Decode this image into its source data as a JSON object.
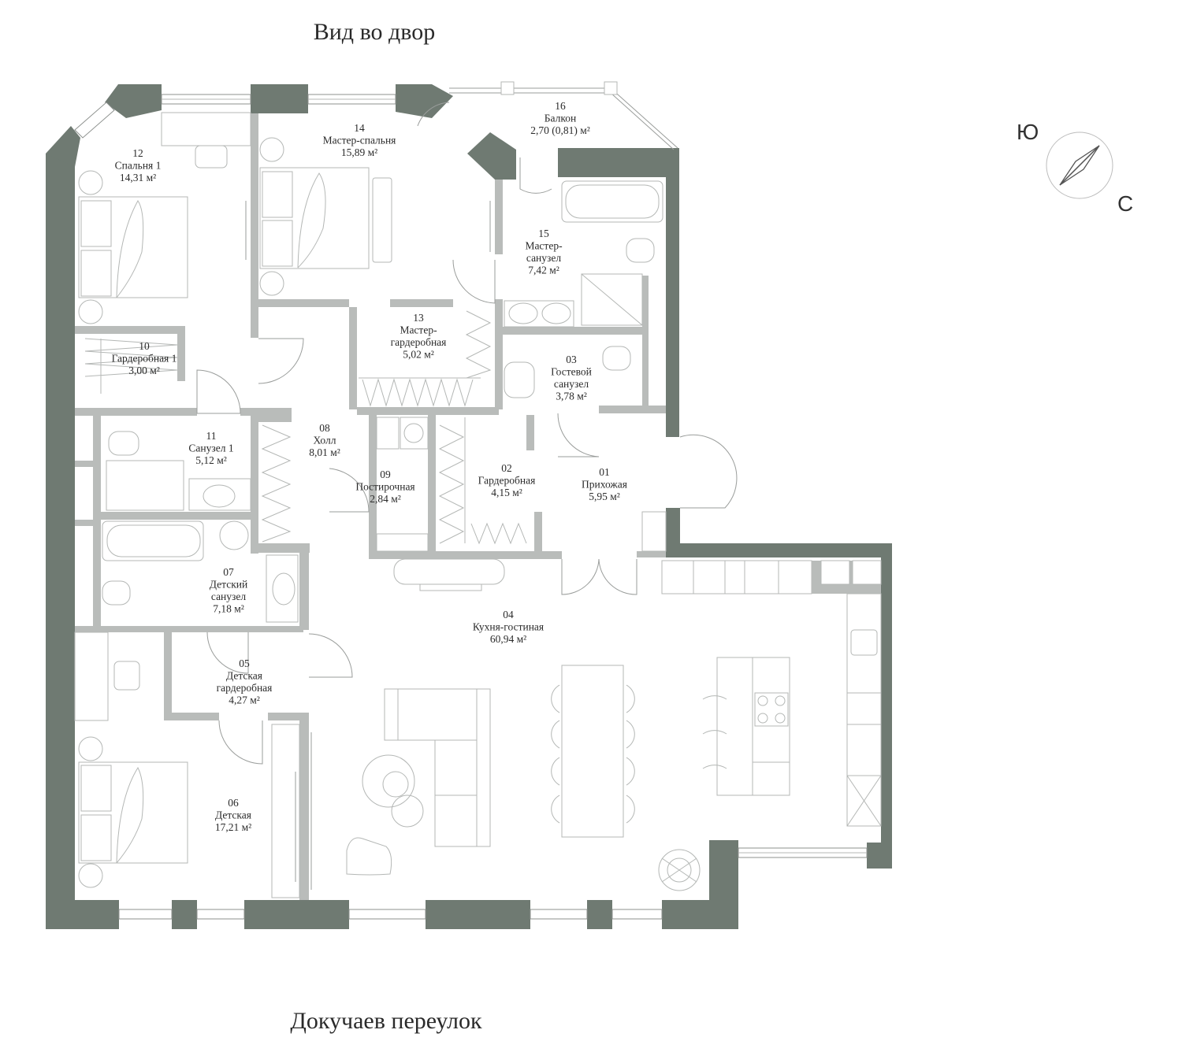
{
  "captions": {
    "top": "Вид во двор",
    "bottom": "Докучаев переулок"
  },
  "compass": {
    "south": "Ю",
    "north": "С"
  },
  "rooms": [
    {
      "num": "01",
      "lines": [
        "Прихожая"
      ],
      "area": "5,95 м²"
    },
    {
      "num": "02",
      "lines": [
        "Гардеробная"
      ],
      "area": "4,15 м²"
    },
    {
      "num": "03",
      "lines": [
        "Гостевой",
        "санузел"
      ],
      "area": "3,78 м²"
    },
    {
      "num": "04",
      "lines": [
        "Кухня-гостиная"
      ],
      "area": "60,94 м²"
    },
    {
      "num": "05",
      "lines": [
        "Детская",
        "гардеробная"
      ],
      "area": "4,27 м²"
    },
    {
      "num": "06",
      "lines": [
        "Детская"
      ],
      "area": "17,21 м²"
    },
    {
      "num": "07",
      "lines": [
        "Детский",
        "санузел"
      ],
      "area": "7,18 м²"
    },
    {
      "num": "08",
      "lines": [
        "Холл"
      ],
      "area": "8,01 м²"
    },
    {
      "num": "09",
      "lines": [
        "Постирочная"
      ],
      "area": "2,84 м²"
    },
    {
      "num": "10",
      "lines": [
        "Гардеробная 1"
      ],
      "area": "3,00 м²"
    },
    {
      "num": "11",
      "lines": [
        "Санузел 1"
      ],
      "area": "5,12 м²"
    },
    {
      "num": "12",
      "lines": [
        "Спальня 1"
      ],
      "area": "14,31 м²"
    },
    {
      "num": "13",
      "lines": [
        "Мастер-",
        "гардеробная"
      ],
      "area": "5,02 м²"
    },
    {
      "num": "14",
      "lines": [
        "Мастер-спальня"
      ],
      "area": "15,89 м²"
    },
    {
      "num": "15",
      "lines": [
        "Мастер-",
        "санузел"
      ],
      "area": "7,42 м²"
    },
    {
      "num": "16",
      "lines": [
        "Балкон"
      ],
      "area": "2,70 (0,81) м²"
    }
  ]
}
